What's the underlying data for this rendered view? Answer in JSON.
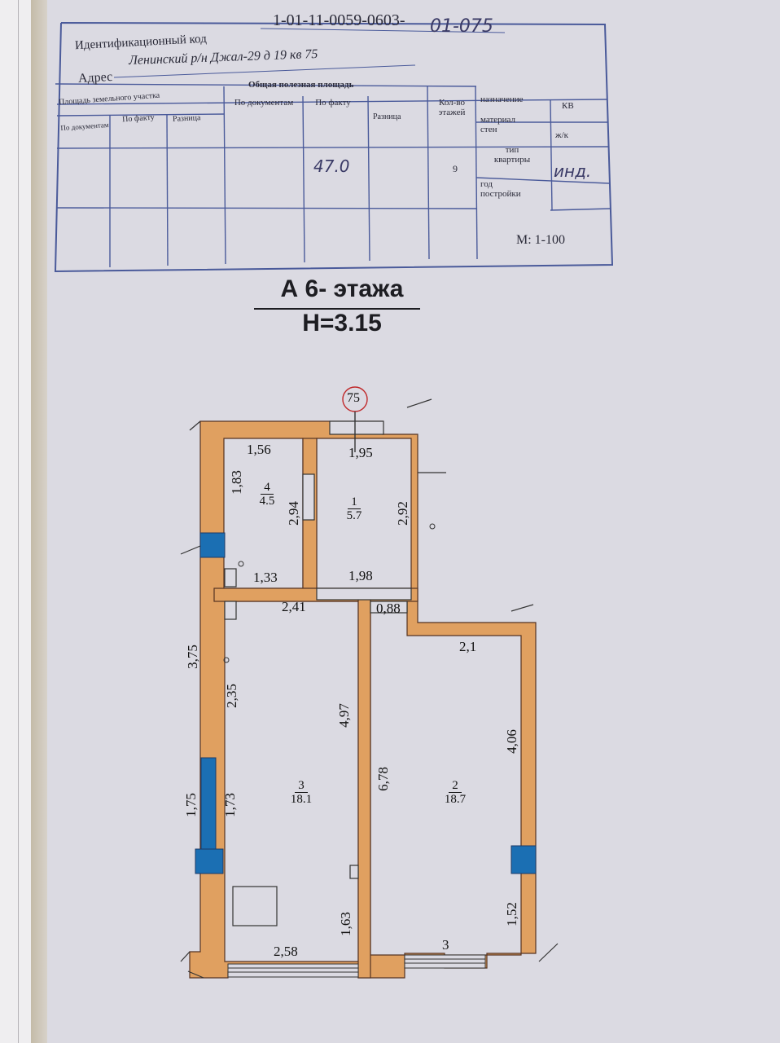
{
  "header": {
    "id_label": "Идентификационный код",
    "id_code": "1-01-11-0059-0603-",
    "id_code_hand": "01-075",
    "address_label": "Адрес",
    "address_value": "Ленинский р/н Джал-29 д 19 кв 75"
  },
  "table": {
    "land_area": "Площадь земельного участка",
    "useful_area": "Общая полезная площадь",
    "by_documents": "По документам",
    "by_fact": "По факту",
    "difference": "Разница",
    "floors_label": "Кол-во этажей",
    "purpose_label": "назначение",
    "purpose_value": "КВ",
    "wall_material_label": "материал стен",
    "wall_material_value": "ж/к",
    "apt_type_label": "тип квартиры",
    "apt_type_value": "инд.",
    "build_year_label": "год постройки",
    "area_fact_value": "47.0",
    "floors_value": "9",
    "scale": "М: 1-100"
  },
  "title": {
    "line1": "А 6- этажа",
    "line2": "Н=3.15"
  },
  "plan": {
    "apartment_no": "75",
    "rooms": [
      {
        "id": "room-1",
        "num": "1",
        "area": "5.7"
      },
      {
        "id": "room-2",
        "num": "2",
        "area": "18.7"
      },
      {
        "id": "room-3",
        "num": "3",
        "area": "18.1"
      },
      {
        "id": "room-4",
        "num": "4",
        "area": "4.5"
      }
    ],
    "dims": {
      "d156": "1,56",
      "d195": "1,95",
      "d183": "1,83",
      "d294": "2,94",
      "d292": "2,92",
      "d133": "1,33",
      "d198": "1,98",
      "d241": "2,41",
      "d088": "0,88",
      "d21": "2,1",
      "d375": "3,75",
      "d235": "2,35",
      "d497": "4,97",
      "d678": "6,78",
      "d406": "4,06",
      "d175": "1,75",
      "d173": "1,73",
      "d163": "1,63",
      "d152": "1,52",
      "d258": "2,58",
      "d3": "3"
    },
    "colors": {
      "wall": "#e0a060",
      "window": "#1b6fb3",
      "paper": "#dbdae2"
    }
  }
}
